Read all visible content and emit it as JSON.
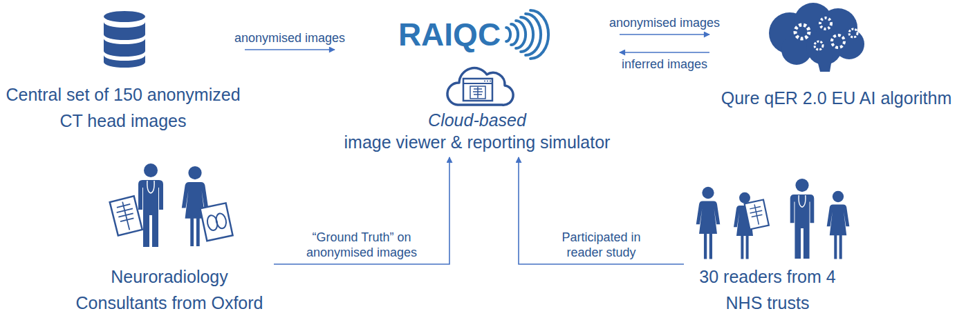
{
  "diagram": {
    "nodes": [
      {
        "text": [
          "Central set of 150 anonymized CT head images"
        ]
      },
      {
        "text": [
          "RAIQC",
          "Cloud-based",
          "image viewer & reporting simulator"
        ]
      },
      {
        "text": [
          "Qure qER 2.0 EU AI algorithm"
        ]
      },
      {
        "text": [
          "Neuroradiology Consultants from Oxford"
        ]
      },
      {
        "text": [
          "30 readers from 4 NHS trusts"
        ]
      }
    ],
    "edges": [
      {
        "from": 0,
        "to": 1,
        "arrow": "to",
        "label": "anonymised images"
      },
      {
        "from": 1,
        "to": 2,
        "arrow": "to",
        "label": "anonymised images"
      },
      {
        "from": 2,
        "to": 1,
        "arrow": "to",
        "label": "inferred images"
      },
      {
        "from": 3,
        "to": 1,
        "arrow": "to",
        "label": "“Ground Truth” on anonymised images"
      },
      {
        "from": 4,
        "to": 1,
        "arrow": "to",
        "label": "Participated in reader study"
      }
    ]
  }
}
